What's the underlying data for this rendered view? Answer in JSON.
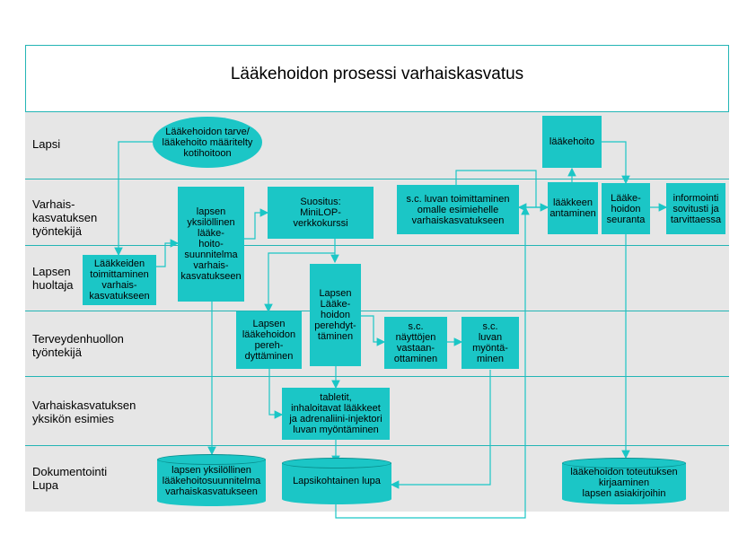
{
  "title": "Lääkehoidon prosessi varhaiskasvatus",
  "lanes": [
    {
      "label": "Lapsi"
    },
    {
      "label": "Varhais-\nkasvatuksen\ntyöntekijä"
    },
    {
      "label": "Lapsen\nhuoltaja"
    },
    {
      "label": "Terveydenhuollon\ntyöntekijä"
    },
    {
      "label": "Varhaiskasvatuksen\nyksikön esimies"
    },
    {
      "label": "Dokumentointi\nLupa"
    }
  ],
  "nodes": {
    "tarve": "Lääkehoidon tarve/\nlääkehoito määritelty\nkotihoitoon",
    "toimittaminen": "Lääkkeiden\ntoimittaminen\nvarhais-\nkasvatukseen",
    "suunnitelma": "lapsen\nyksilöllinen\nlääke-\nhoito-\nsuunnitelma\nvarhais-\nkasvatukseen",
    "suositus": "Suositus:\nMiniLOP-\nverkkokurssi",
    "perehdyttaminen_vaka": "Lapsen\nLääke-\nhoidon\nperehdyt-\ntäminen",
    "perehdyttaminen_th": "Lapsen\nlääkehoidon\npereh-\ndyttäminen",
    "naytot": "s.c.\nnäyttöjen\nvastaan-\nottaminen",
    "luvan_myontaminen": "s.c.\nluvan\nmyöntä-\nminen",
    "esimies_lupa": "tabletit,\ninhaloitavat lääkkeet\nja adrenaliini-injektori\nluvan myöntäminen",
    "sc_toimittaminen": "s.c. luvan toimittaminen\nomalle esimiehelle\nvarhaiskasvatukseen",
    "laakehoito": "lääkehoito",
    "antaminen": "lääkkeen\nantaminen",
    "seuranta": "Lääke-\nhoidon\nseuranta",
    "informointi": "informointi\nsovitusti ja\ntarvittaessa",
    "doc_suunnitelma": "lapsen yksilöllinen\nlääkehoitosuunnitelma\nvarhaiskasvatukseen",
    "doc_lupa": "Lapsikohtainen lupa",
    "doc_kirjaaminen": "lääkehoidon toteutuksen\nkirjaaminen\nlapsen asiakirjoihin"
  },
  "colors": {
    "node": "#1bc6c6",
    "border": "#23b5b5",
    "lane": "#e6e6e6",
    "line": "#1bc6c6"
  }
}
